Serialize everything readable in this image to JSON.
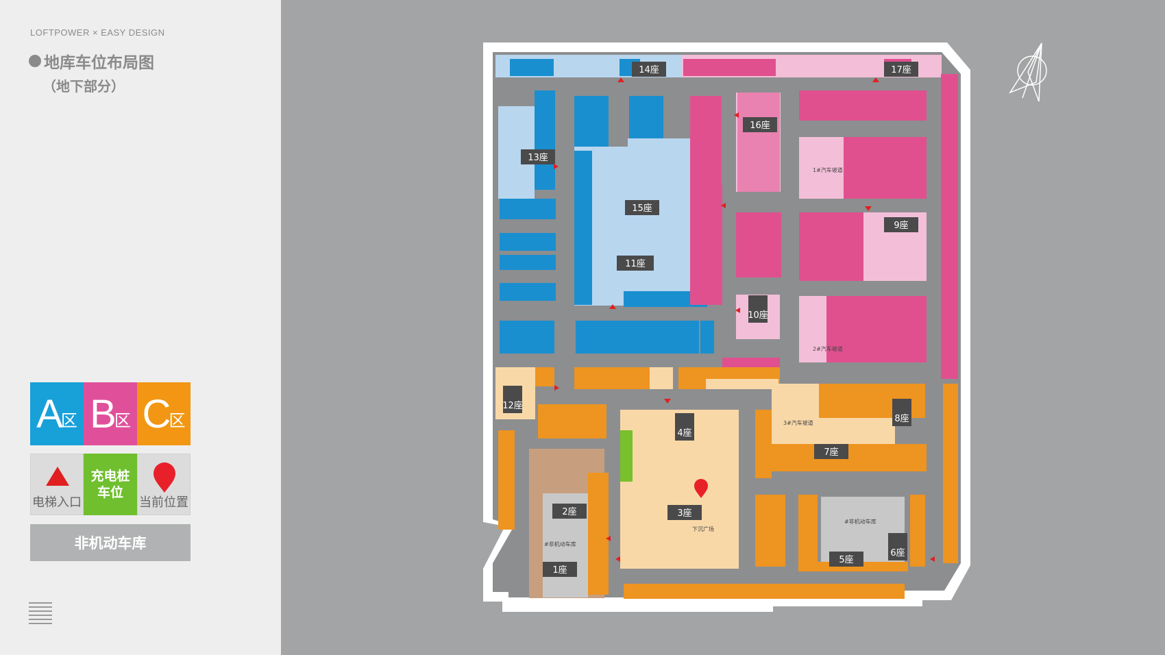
{
  "brand": "LOFTPOWER × EASY DESIGN",
  "title": "地库车位布局图",
  "subtitle": "（地下部分）",
  "zones": [
    {
      "letter": "A",
      "suffix": "区",
      "color": "#18a0d9"
    },
    {
      "letter": "B",
      "suffix": "区",
      "color": "#e0509a"
    },
    {
      "letter": "C",
      "suffix": "区",
      "color": "#f29613"
    }
  ],
  "legend": {
    "elevator": "电梯入口",
    "charging_line1": "充电桩",
    "charging_line2": "车位",
    "current_location": "当前位置",
    "non_motor_garage": "非机动车库"
  },
  "colors": {
    "zone_a": "#1a8fcf",
    "zone_b": "#e0508f",
    "zone_c": "#ee9420",
    "charging": "#78c02c",
    "elevator": "#e02020",
    "current_location": "#e8202a"
  },
  "buildings": {
    "b1": "1座",
    "b2": "2座",
    "b3": "3座",
    "b4": "4座",
    "b5": "5座",
    "b6": "6座",
    "b7": "7座",
    "b8": "8座",
    "b9": "9座",
    "b10": "10座",
    "b11": "11座",
    "b12": "12座",
    "b13": "13座",
    "b14": "14座",
    "b15": "15座",
    "b16": "16座",
    "b17": "17座"
  },
  "map_labels": {
    "ramp1": "1#汽车坡道",
    "ramp2": "2#汽车坡道",
    "ramp3": "3#汽车坡道",
    "non_motor_a": "#非机动车库",
    "non_motor_b": "#非机动车库",
    "plaza": "下沉广场"
  }
}
